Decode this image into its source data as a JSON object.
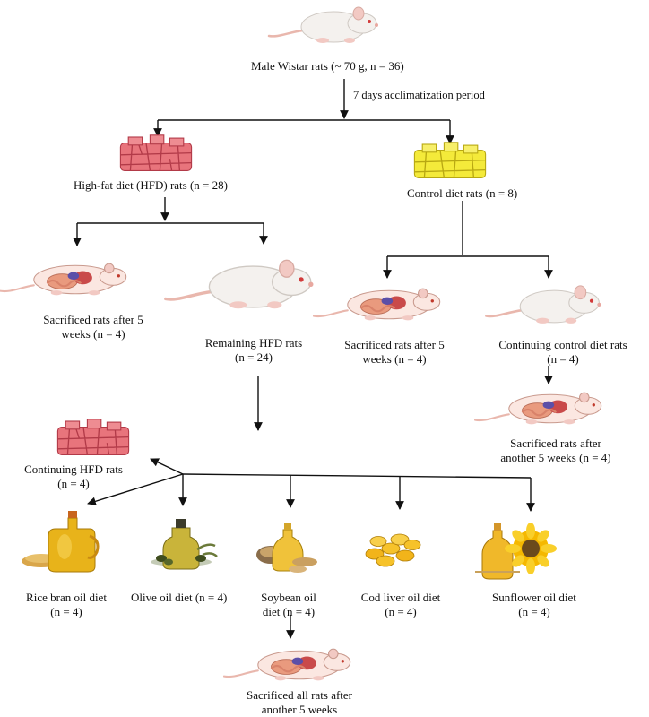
{
  "nodes": {
    "start": "Male Wistar rats (~ 70 g, n = 36)",
    "acclimatization": "7 days acclimatization period",
    "hfd": "High-fat diet (HFD) rats (n = 28)",
    "control": "Control diet rats (n = 8)",
    "hfd_sacrificed_l1": "Sacrificed rats after 5",
    "hfd_sacrificed_l2": "weeks (n = 4)",
    "hfd_remaining_l1": "Remaining HFD rats",
    "hfd_remaining_l2": "(n = 24)",
    "ctrl_sacrificed_l1": "Sacrificed rats after 5",
    "ctrl_sacrificed_l2": "weeks (n = 4)",
    "ctrl_continue_l1": "Continuing control diet rats",
    "ctrl_continue_l2": "(n = 4)",
    "ctrl_final_l1": "Sacrificed rats after",
    "ctrl_final_l2": "another 5 weeks (n = 4)",
    "hfd_continue_l1": "Continuing HFD rats",
    "hfd_continue_l2": "(n = 4)",
    "rice_l1": "Rice bran oil diet",
    "rice_l2": "(n = 4)",
    "olive": "Olive oil diet (n = 4)",
    "soy_l1": "Soybean oil",
    "soy_l2": "diet (n = 4)",
    "cod_l1": "Cod liver oil diet",
    "cod_l2": "(n = 4)",
    "sun_l1": "Sunflower oil diet",
    "sun_l2": "(n = 4)",
    "final_l1": "Sacrificed all rats after",
    "final_l2": "another 5 weeks"
  },
  "colors": {
    "line": "#111111",
    "fat": "#e8747c",
    "fat_edge": "#b23a48",
    "control_food": "#f4ea3a",
    "control_edge": "#b8a812",
    "rat": "#f4f1ee",
    "oil": "#e8b31a",
    "sunflower": "#f5b800"
  },
  "icons": {
    "start": "white-rat-icon",
    "hfd": "high-fat-food-icon",
    "control": "control-pellets-icon",
    "dissected": "dissected-rat-icon",
    "rice": "rice-bran-oil-icon",
    "olive": "olive-oil-icon",
    "soy": "soybean-oil-icon",
    "cod": "cod-liver-oil-capsules-icon",
    "sun": "sunflower-oil-icon"
  }
}
